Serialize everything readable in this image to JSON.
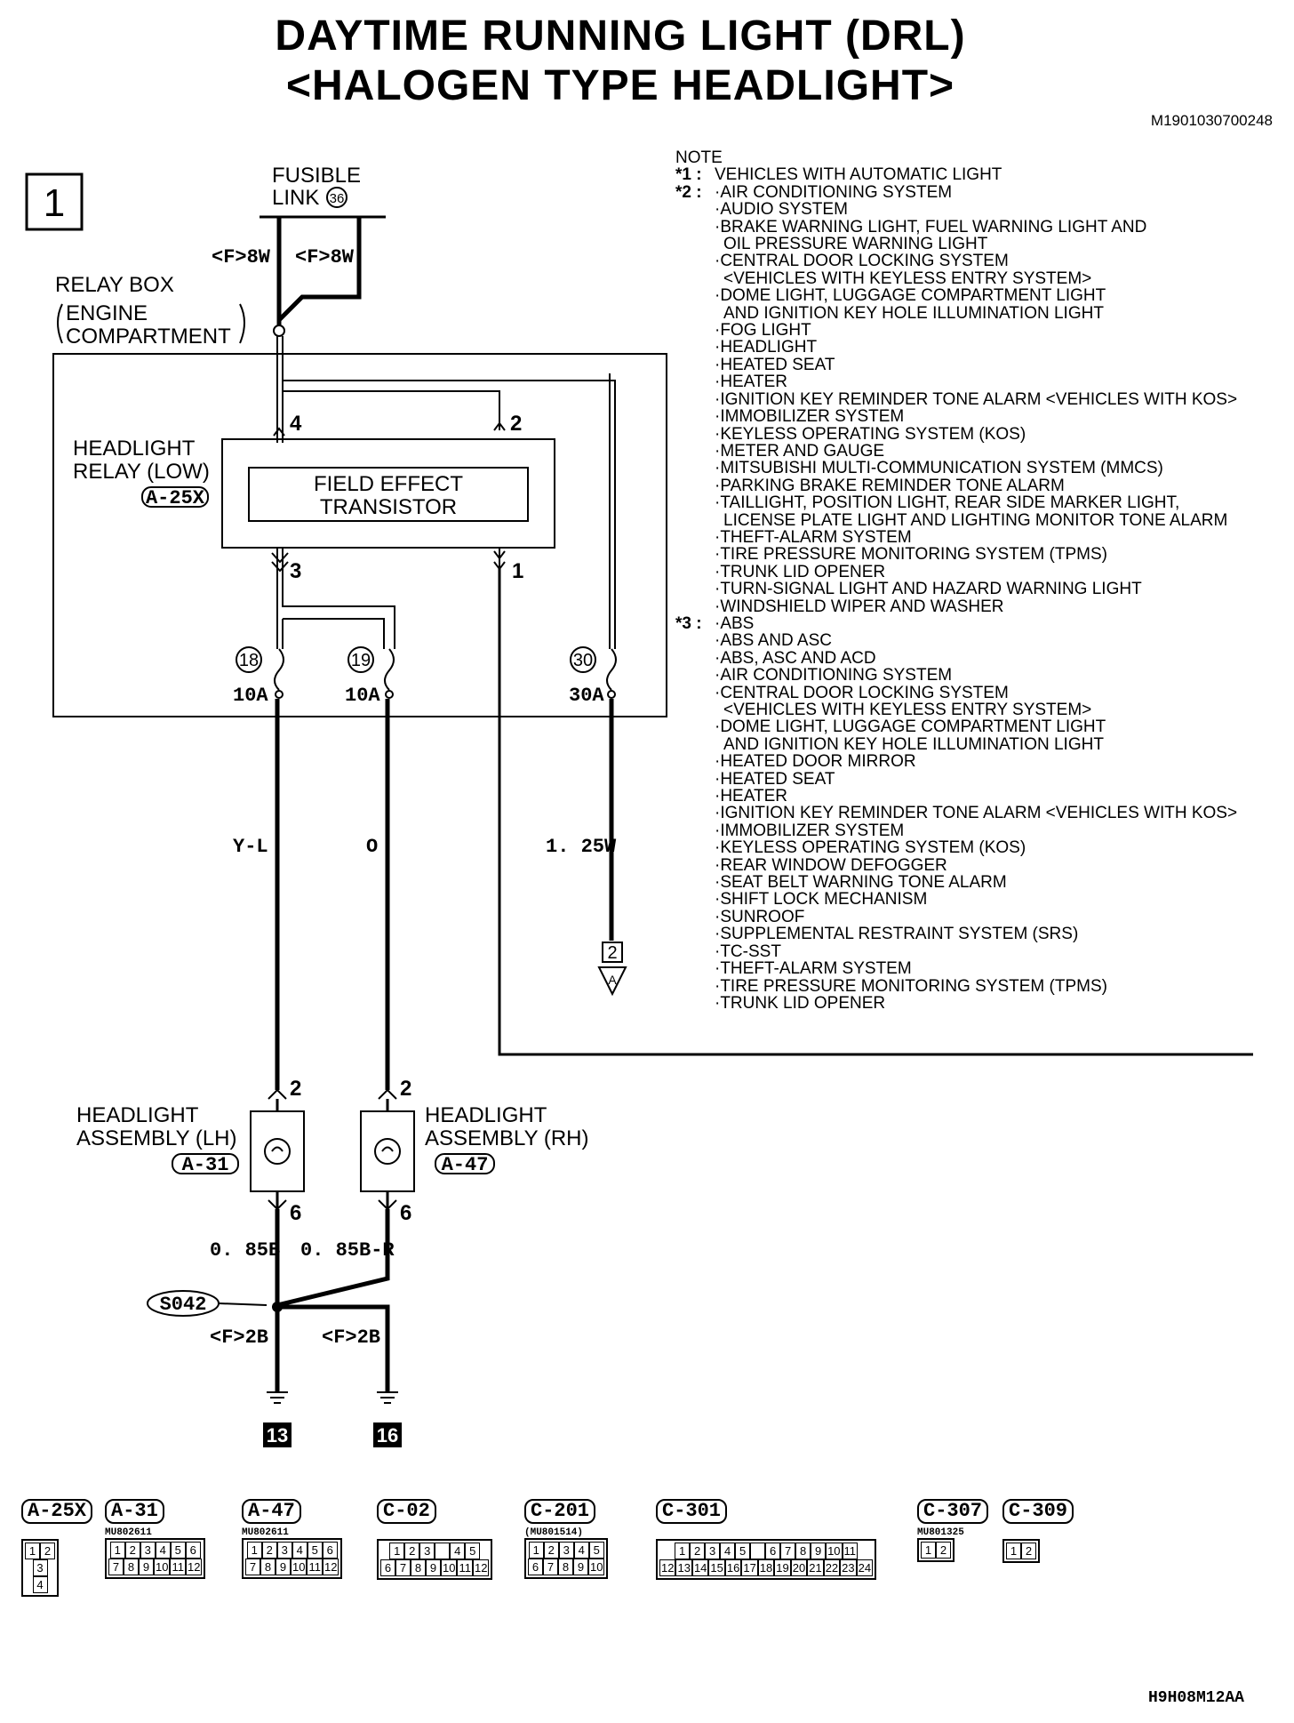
{
  "title": {
    "line1": "DAYTIME RUNNING LIGHT (DRL)",
    "line2": "<HALOGEN TYPE HEADLIGHT>"
  },
  "doc_id": "M1901030700248",
  "bottom_id": "H9H08M12AA",
  "page_number": "1",
  "labels": {
    "fusible_link": "FUSIBLE",
    "fusible_link2": "LINK",
    "fusible_link_no": "36",
    "wire_f8w_left": "<F>8W",
    "wire_f8w_right": "<F>8W",
    "relay_box": "RELAY BOX",
    "engine": "ENGINE",
    "compartment": "COMPARTMENT",
    "relay_name1": "HEADLIGHT",
    "relay_name2": "RELAY (LOW)",
    "relay_conn": "A-25X",
    "fet1": "FIELD EFFECT",
    "fet2": "TRANSISTOR",
    "pin4": "4",
    "pin2": "2",
    "pin3": "3",
    "pin1": "1",
    "fuse18": "18",
    "fuse19": "19",
    "fuse30": "30",
    "fuse18_amp": "10A",
    "fuse19_amp": "10A",
    "fuse30_amp": "30A",
    "wire_yl": "Y-L",
    "wire_o": "O",
    "wire_125w": "1. 25W",
    "ref2": "2",
    "ref_a": "A",
    "lh1": "HEADLIGHT",
    "lh2": "ASSEMBLY (LH)",
    "lh_conn": "A-31",
    "rh1": "HEADLIGHT",
    "rh2": "ASSEMBLY (RH)",
    "rh_conn": "A-47",
    "lh_pin2": "2",
    "rh_pin2": "2",
    "lh_pin6": "6",
    "rh_pin6": "6",
    "wire_085b": "0. 85B",
    "wire_085br": "0. 85B-R",
    "splice": "S042",
    "wire_f2b_l": "<F>2B",
    "wire_f2b_r": "<F>2B",
    "ground13": "13",
    "ground16": "16"
  },
  "notes": {
    "header": "NOTE",
    "star1_mark": "*1 :",
    "star1": "VEHICLES WITH AUTOMATIC LIGHT",
    "star2_mark": "*2 :",
    "star2": [
      "·AIR CONDITIONING SYSTEM",
      "·AUDIO SYSTEM",
      "·BRAKE WARNING LIGHT, FUEL WARNING LIGHT AND",
      " OIL PRESSURE WARNING LIGHT",
      "·CENTRAL DOOR LOCKING SYSTEM",
      " <VEHICLES WITH KEYLESS ENTRY SYSTEM>",
      "·DOME LIGHT, LUGGAGE COMPARTMENT LIGHT",
      " AND IGNITION KEY HOLE ILLUMINATION LIGHT",
      "·FOG LIGHT",
      "·HEADLIGHT",
      "·HEATED SEAT",
      "·HEATER",
      "·IGNITION KEY REMINDER TONE ALARM <VEHICLES WITH KOS>",
      "·IMMOBILIZER SYSTEM",
      "·KEYLESS OPERATING SYSTEM (KOS)",
      "·METER AND GAUGE",
      "·MITSUBISHI MULTI-COMMUNICATION SYSTEM (MMCS)",
      "·PARKING BRAKE REMINDER TONE ALARM",
      "·TAILLIGHT, POSITION LIGHT, REAR SIDE MARKER LIGHT,",
      " LICENSE PLATE LIGHT AND LIGHTING MONITOR TONE ALARM",
      "·THEFT-ALARM SYSTEM",
      "·TIRE PRESSURE MONITORING SYSTEM (TPMS)",
      "·TRUNK LID OPENER",
      "·TURN-SIGNAL LIGHT AND HAZARD WARNING LIGHT",
      "·WINDSHIELD WIPER AND WASHER"
    ],
    "star3_mark": "*3 :",
    "star3": [
      "·ABS",
      "·ABS AND ASC",
      "·ABS, ASC AND ACD",
      "·AIR CONDITIONING SYSTEM",
      "·CENTRAL DOOR LOCKING SYSTEM",
      " <VEHICLES WITH KEYLESS ENTRY SYSTEM>",
      "·DOME LIGHT, LUGGAGE COMPARTMENT LIGHT",
      " AND IGNITION KEY HOLE ILLUMINATION LIGHT",
      "·HEATED DOOR MIRROR",
      "·HEATED SEAT",
      "·HEATER",
      "·IGNITION KEY REMINDER TONE ALARM <VEHICLES WITH KOS>",
      "·IMMOBILIZER SYSTEM",
      "·KEYLESS OPERATING SYSTEM (KOS)",
      "·REAR WINDOW DEFOGGER",
      "·SEAT BELT WARNING TONE ALARM",
      "·SHIFT LOCK MECHANISM",
      "·SUNROOF",
      "·SUPPLEMENTAL RESTRAINT SYSTEM (SRS)",
      "·TC-SST",
      "·THEFT-ALARM SYSTEM",
      "·TIRE PRESSURE MONITORING SYSTEM (TPMS)",
      "·TRUNK LID OPENER"
    ]
  },
  "connectors": [
    {
      "name": "A-25X",
      "part": "",
      "rows": [
        [
          "1",
          "2"
        ],
        [
          "3"
        ],
        [
          "4"
        ]
      ]
    },
    {
      "name": "A-31",
      "part": "MU802611",
      "rows": [
        [
          "1",
          "2",
          "3",
          "4",
          "5",
          "6"
        ],
        [
          "7",
          "8",
          "9",
          "10",
          "11",
          "12"
        ]
      ]
    },
    {
      "name": "A-47",
      "part": "MU802611",
      "rows": [
        [
          "1",
          "2",
          "3",
          "4",
          "5",
          "6"
        ],
        [
          "7",
          "8",
          "9",
          "10",
          "11",
          "12"
        ]
      ]
    },
    {
      "name": "C-02",
      "part": "",
      "rows": [
        [
          "1",
          "2",
          "3",
          "",
          "4",
          "5"
        ],
        [
          "6",
          "7",
          "8",
          "9",
          "10",
          "11",
          "12"
        ]
      ]
    },
    {
      "name": "C-201",
      "part": "(MU801514)",
      "rows": [
        [
          "1",
          "2",
          "3",
          "4",
          "5"
        ],
        [
          "6",
          "7",
          "8",
          "9",
          "10"
        ]
      ]
    },
    {
      "name": "C-301",
      "part": "",
      "rows": [
        [
          "1",
          "2",
          "3",
          "4",
          "5",
          "",
          "6",
          "7",
          "8",
          "9",
          "10",
          "11"
        ],
        [
          "12",
          "13",
          "14",
          "15",
          "16",
          "17",
          "18",
          "19",
          "20",
          "21",
          "22",
          "23",
          "24"
        ]
      ]
    },
    {
      "name": "C-307",
      "part": "MU801325",
      "rows": [
        [
          "1",
          "2"
        ]
      ]
    },
    {
      "name": "C-309",
      "part": "",
      "rows": [
        [
          "1",
          "2"
        ]
      ]
    }
  ]
}
